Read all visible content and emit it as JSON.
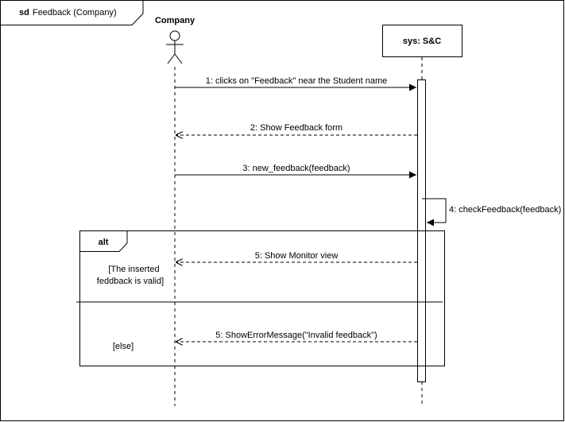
{
  "frame": {
    "keyword": "sd",
    "title": "Feedback (Company)"
  },
  "actor": {
    "name": "Company"
  },
  "system": {
    "name": "sys: S&C"
  },
  "messages": [
    {
      "label": "1: clicks on \"Feedback\" near the Student name",
      "kind": "sync"
    },
    {
      "label": "2: Show Feedback form",
      "kind": "return"
    },
    {
      "label": "3: new_feedback(feedback)",
      "kind": "sync"
    },
    {
      "label": "4: checkFeedback(feedback)",
      "kind": "self"
    },
    {
      "label": "5: Show Monitor view",
      "kind": "return"
    },
    {
      "label": "5: ShowErrorMessage(\"Invalid feedback\")",
      "kind": "return"
    }
  ],
  "fragment": {
    "operator": "alt",
    "guard1_line1": "[The inserted",
    "guard1_line2": "feddback is valid]",
    "guard2": "[else]"
  }
}
